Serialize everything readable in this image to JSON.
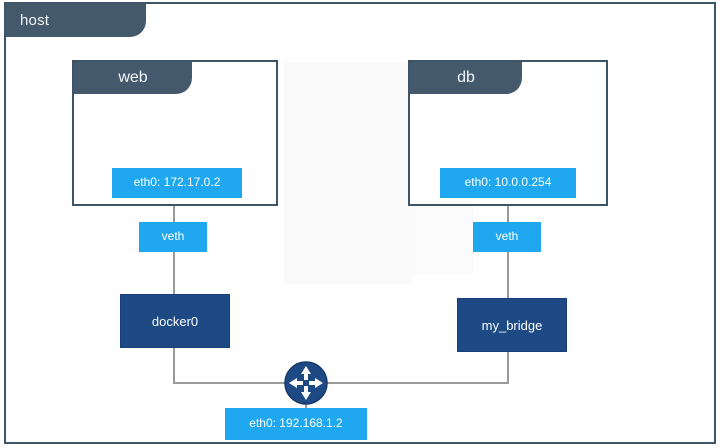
{
  "host": {
    "tab_label": "host"
  },
  "containers": [
    {
      "name": "web",
      "interface": "eth0: 172.17.0.2",
      "veth_label": "veth",
      "bridge_label": "docker0"
    },
    {
      "name": "db",
      "interface": "eth0: 10.0.0.254",
      "veth_label": "veth",
      "bridge_label": "my_bridge"
    }
  ],
  "host_interface": {
    "label": "eth0: 192.168.1.2"
  },
  "router": {
    "icon": "router-icon"
  },
  "colors": {
    "frame": "#3e5467",
    "title_bar": "#44596b",
    "interface_chip": "#1fa8f0",
    "bridge": "#1d4a85",
    "connector": "#9a9a9a",
    "router_circle": "#1d4a85",
    "background": "#ffffff"
  }
}
